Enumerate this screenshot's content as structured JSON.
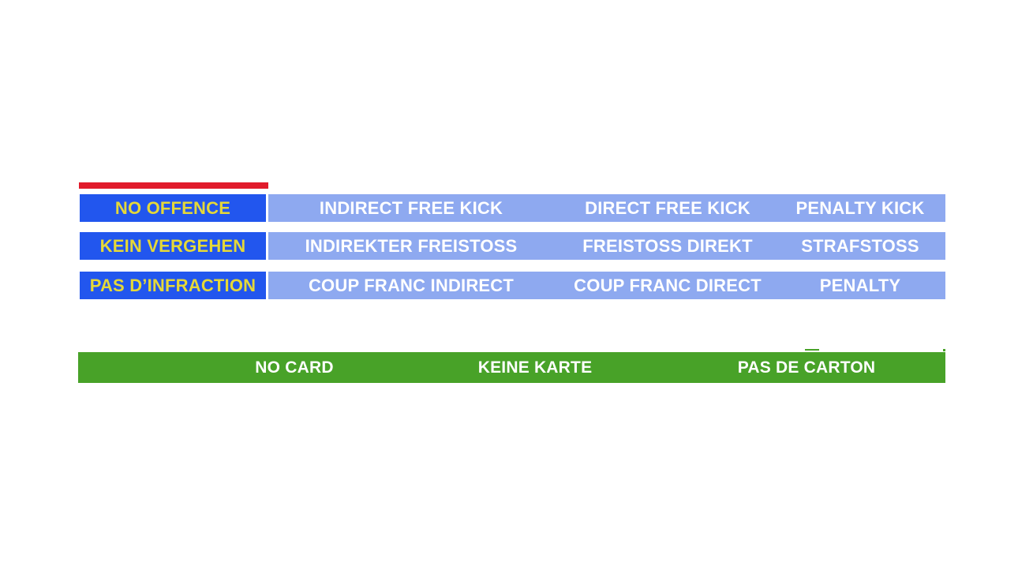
{
  "slide": {
    "type": "laws-of-the-game-decision-table",
    "background": "#ffffff"
  },
  "colors": {
    "accent_red": "#E11B2B",
    "offence_blue": "#2256EE",
    "sanction_light_blue": "#8EA9F0",
    "card_green": "#48A228",
    "offence_text_yellow": "#E5D838",
    "sanction_text_white": "#FFFFFF"
  },
  "table": {
    "rows": [
      {
        "lang": "english",
        "offence": "NO OFFENCE",
        "cells": [
          "INDIRECT FREE KICK",
          "DIRECT FREE KICK",
          "PENALTY KICK"
        ]
      },
      {
        "lang": "german",
        "offence": "KEIN VERGEHEN",
        "cells": [
          "INDIREKTER FREISTOSS",
          "FREISTOSS DIREKT",
          "STRAFSTOSS"
        ]
      },
      {
        "lang": "french",
        "offence": "PAS D’INFRACTION",
        "cells": [
          "COUP FRANC INDIRECT",
          "COUP FRANC DIRECT",
          "PENALTY"
        ]
      }
    ]
  },
  "card_bar": {
    "labels": [
      "NO CARD",
      "KEINE KARTE",
      "PAS DE CARTON"
    ]
  },
  "artifacts": {
    "tick_above_card_bar": "short-green-line",
    "dot_above_card_bar_right": "green-dot"
  }
}
